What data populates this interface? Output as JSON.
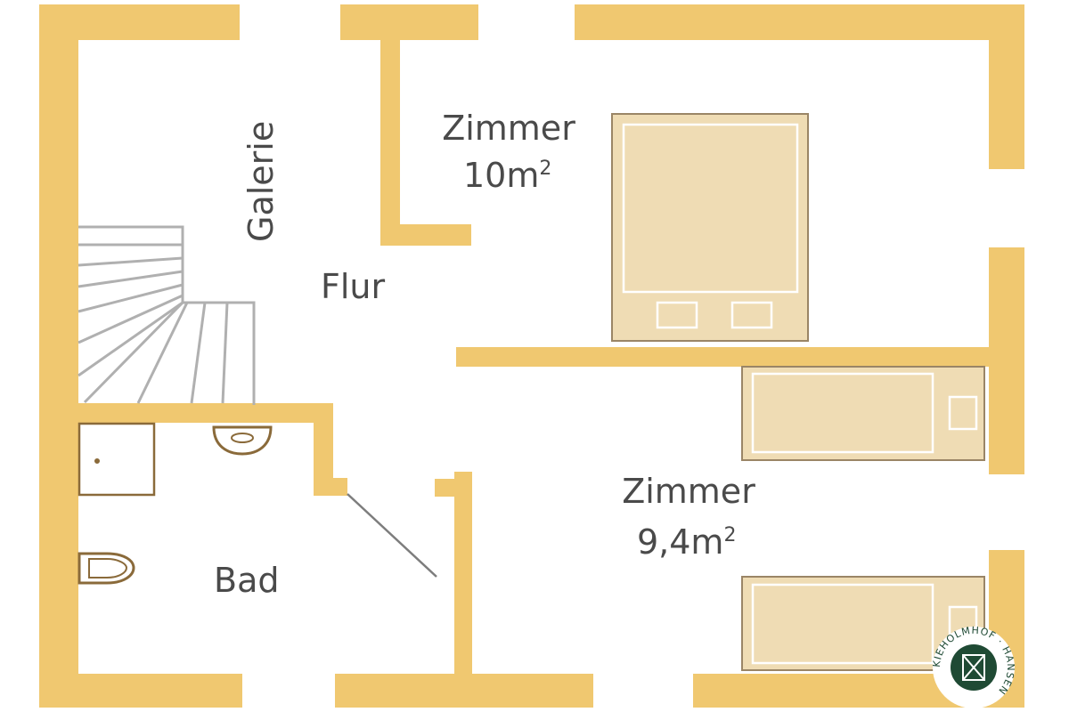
{
  "colors": {
    "wall": "#f0c870",
    "furniture_fill": "#efdcb4",
    "furniture_stroke": "#9a8566",
    "furniture_inner": "#ffffff",
    "fixture_stroke": "#8a6a3a",
    "stair_stroke": "#b0b0b0",
    "label_text": "#4a4a4a",
    "logo_green": "#1f4a34"
  },
  "rooms": {
    "galerie": "Galerie",
    "flur": "Flur",
    "zimmer_top": {
      "name": "Zimmer",
      "area": "10m",
      "unit_sup": "2"
    },
    "zimmer_bottom": {
      "name": "Zimmer",
      "area": "9,4m",
      "unit_sup": "2"
    },
    "bad": "Bad"
  },
  "logo": {
    "text": "KIEHOLMHOF · HANSEN"
  }
}
